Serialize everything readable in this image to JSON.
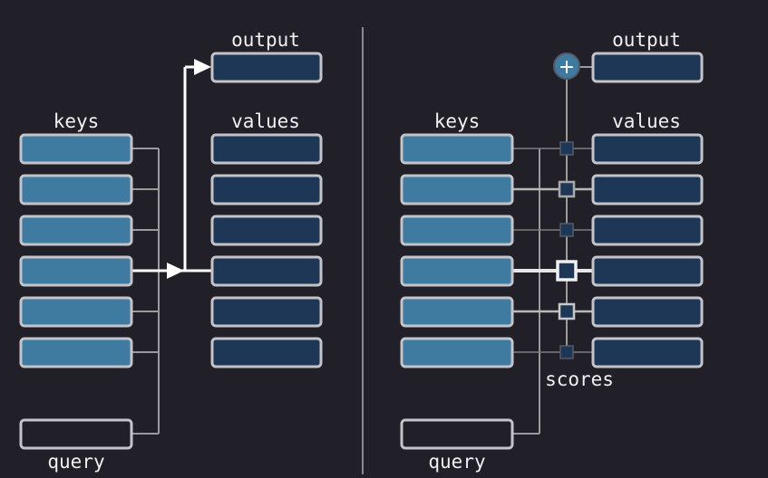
{
  "left_panel": {
    "output_label": "output",
    "keys_label": "keys",
    "values_label": "values",
    "query_label": "query"
  },
  "right_panel": {
    "output_label": "output",
    "keys_label": "keys",
    "values_label": "values",
    "query_label": "query",
    "scores_label": "scores",
    "plus_symbol": "+"
  },
  "colors": {
    "background": "#212028",
    "key_fill": "#3f7aa0",
    "value_fill": "#1e3756",
    "box_stroke": "#c3c3c8",
    "line": "#9b9b9b",
    "highlight": "#ffffff",
    "plus_fill": "#3f7aa0"
  }
}
